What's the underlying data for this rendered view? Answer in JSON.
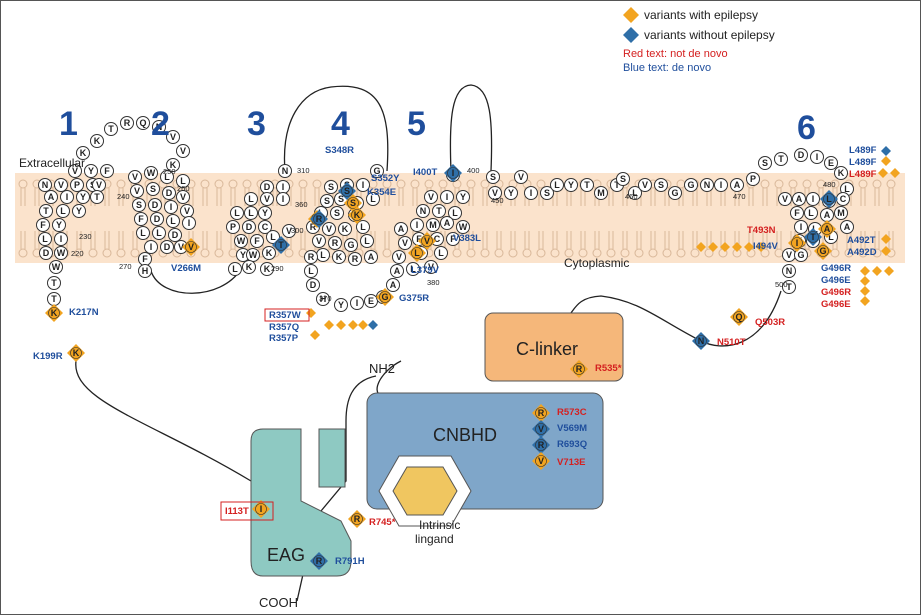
{
  "legend": {
    "epilepsy": "variants with epilepsy",
    "no_epilepsy": "variants without epilepsy",
    "not_de_novo": "Red text: not de novo",
    "de_novo": "Blue text: de novo"
  },
  "colors": {
    "epilepsy": "#f2a420",
    "no_epilepsy": "#2f6fa8",
    "red": "#d42020",
    "blue": "#1f4e9c",
    "membrane": "#fbe3cc",
    "clinker": "#f5b77a",
    "cnbhd": "#7fa6c9",
    "eag": "#8ec9c2",
    "ligand": "#f0c660"
  },
  "labels": {
    "extracellular": "Extracellular",
    "cytoplasmic": "Cytoplasmic",
    "nh2": "NH2",
    "cooh": "COOH",
    "clinker": "C-linker",
    "cnbhd": "CNBHD",
    "eag": "EAG",
    "ligand_line1": "Intrinsic",
    "ligand_line2": "lingand"
  },
  "segments": [
    "1",
    "2",
    "3",
    "4",
    "5",
    "6"
  ],
  "residue_numbers": [
    "220",
    "230",
    "240",
    "250",
    "260",
    "270",
    "290",
    "300",
    "310",
    "360",
    "370",
    "380",
    "400",
    "450",
    "460",
    "470",
    "480",
    "500"
  ],
  "variants": [
    {
      "text": "K217N",
      "color": "blue"
    },
    {
      "text": "K199R",
      "color": "blue"
    },
    {
      "text": "V266M",
      "color": "blue"
    },
    {
      "text": "S348R",
      "color": "blue"
    },
    {
      "text": "S352Y",
      "color": "blue"
    },
    {
      "text": "K354E",
      "color": "blue"
    },
    {
      "text": "I400T",
      "color": "blue"
    },
    {
      "text": "V383L",
      "color": "blue"
    },
    {
      "text": "L379V",
      "color": "blue"
    },
    {
      "text": "G375R",
      "color": "blue"
    },
    {
      "text": "R357W",
      "color": "blue"
    },
    {
      "text": "R357Q",
      "color": "blue"
    },
    {
      "text": "R357P",
      "color": "blue"
    },
    {
      "text": "L489F",
      "color": "blue"
    },
    {
      "text": "L489F",
      "color": "blue"
    },
    {
      "text": "L489F",
      "color": "red"
    },
    {
      "text": "T493N",
      "color": "red"
    },
    {
      "text": "I494V",
      "color": "blue"
    },
    {
      "text": "A492T",
      "color": "blue"
    },
    {
      "text": "A492D",
      "color": "blue"
    },
    {
      "text": "G496R",
      "color": "blue"
    },
    {
      "text": "G496E",
      "color": "blue"
    },
    {
      "text": "G496R",
      "color": "red"
    },
    {
      "text": "G496E",
      "color": "red"
    },
    {
      "text": "Q503R",
      "color": "red"
    },
    {
      "text": "N510T",
      "color": "red"
    },
    {
      "text": "R535*",
      "color": "red"
    },
    {
      "text": "R573C",
      "color": "red"
    },
    {
      "text": "V569M",
      "color": "blue"
    },
    {
      "text": "R693Q",
      "color": "blue"
    },
    {
      "text": "V713E",
      "color": "red"
    },
    {
      "text": "I113T",
      "color": "red"
    },
    {
      "text": "R745*",
      "color": "red"
    },
    {
      "text": "R791H",
      "color": "blue"
    }
  ]
}
